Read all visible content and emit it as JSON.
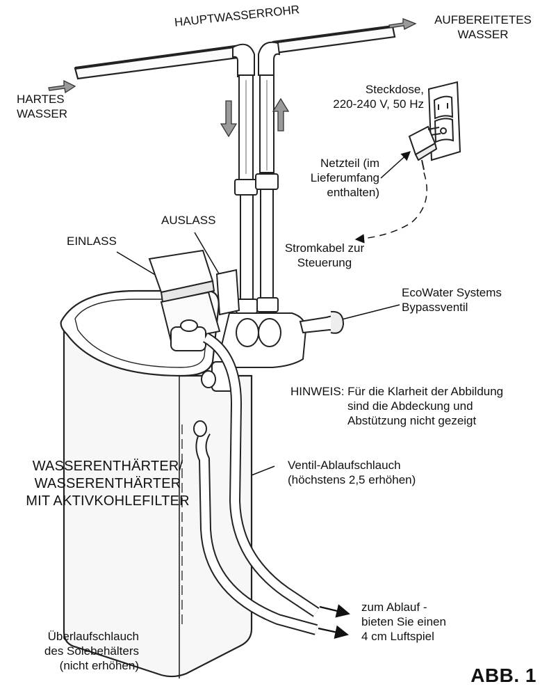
{
  "labels": {
    "main_pipe": "HAUPTWASSERROHR",
    "treated_line1": "AUFBEREITETES",
    "treated_line2": "WASSER",
    "hard_line1": "HARTES",
    "hard_line2": "WASSER",
    "outlet_line1": "Steckdose,",
    "outlet_line2": "220-240 V, 50 Hz",
    "adapter_line1": "Netzteil (im",
    "adapter_line2": "Lieferumfang",
    "adapter_line3": "enthalten)",
    "auslass": "AUSLASS",
    "einlass": "EINLASS",
    "cable_line1": "Stromkabel zur",
    "cable_line2": "Steuerung",
    "bypass_line1": "EcoWater Systems",
    "bypass_line2": "Bypassventil",
    "note_line1": "HINWEIS: Für die Klarheit der Abbildung",
    "note_line2": "sind die Abdeckung und",
    "note_line3": "Abstützung nicht gezeigt",
    "softener_line1": "WASSERENTHÄRTER/",
    "softener_line2": "WASSERENTHÄRTER",
    "softener_line3": "MIT AKTIVKOHLEFILTER",
    "drainhose_line1": "Ventil-Ablaufschlauch",
    "drainhose_line2": "(höchstens 2,5 erhöhen)",
    "drain_line1": "zum Ablauf -",
    "drain_line2": "bieten Sie einen",
    "drain_line3": "4 cm Luftspiel",
    "overflow_line1": "Überlaufschlauch",
    "overflow_line2": "des Solebehälters",
    "overflow_line3": "(nicht erhöhen)",
    "figure": "ABB. 1"
  },
  "colors": {
    "ink": "#111111",
    "arrow_fill": "#9a9a9a",
    "tank_fill": "#f7f7f7"
  }
}
